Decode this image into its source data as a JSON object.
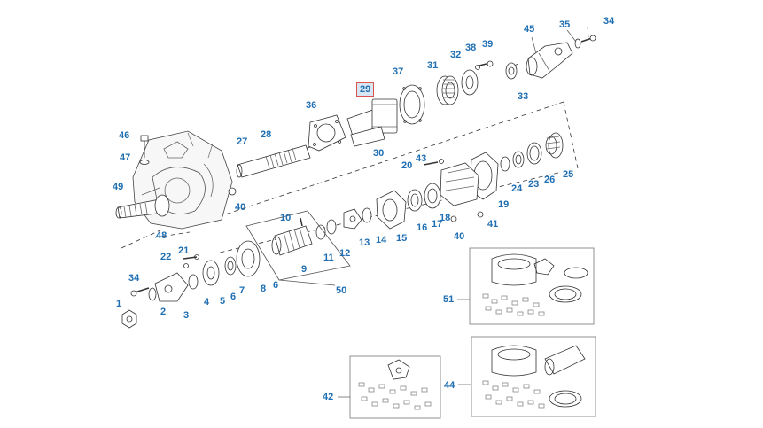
{
  "diagram": {
    "selected_part": "29",
    "accent_color": "#1f6fb2",
    "highlight_color": "#d9534f",
    "callouts": [
      {
        "id": "c34a",
        "text": "34"
      },
      {
        "id": "c35",
        "text": "35"
      },
      {
        "id": "c45",
        "text": "45"
      },
      {
        "id": "c38",
        "text": "38"
      },
      {
        "id": "c39",
        "text": "39"
      },
      {
        "id": "c32",
        "text": "32"
      },
      {
        "id": "c37",
        "text": "37"
      },
      {
        "id": "c31",
        "text": "31"
      },
      {
        "id": "c33",
        "text": "33"
      },
      {
        "id": "c29",
        "text": "29"
      },
      {
        "id": "c36",
        "text": "36"
      },
      {
        "id": "c30",
        "text": "30"
      },
      {
        "id": "c46",
        "text": "46"
      },
      {
        "id": "c27",
        "text": "27"
      },
      {
        "id": "c28",
        "text": "28"
      },
      {
        "id": "c47",
        "text": "47"
      },
      {
        "id": "c43",
        "text": "43"
      },
      {
        "id": "c20",
        "text": "20"
      },
      {
        "id": "c49",
        "text": "49"
      },
      {
        "id": "c40a",
        "text": "40"
      },
      {
        "id": "c48",
        "text": "48"
      },
      {
        "id": "c10",
        "text": "10"
      },
      {
        "id": "c25",
        "text": "25"
      },
      {
        "id": "c26",
        "text": "26"
      },
      {
        "id": "c23",
        "text": "23"
      },
      {
        "id": "c24",
        "text": "24"
      },
      {
        "id": "c19",
        "text": "19"
      },
      {
        "id": "c18",
        "text": "18"
      },
      {
        "id": "c17",
        "text": "17"
      },
      {
        "id": "c16",
        "text": "16"
      },
      {
        "id": "c15",
        "text": "15"
      },
      {
        "id": "c14",
        "text": "14"
      },
      {
        "id": "c13",
        "text": "13"
      },
      {
        "id": "c12",
        "text": "12"
      },
      {
        "id": "c11",
        "text": "11"
      },
      {
        "id": "c9",
        "text": "9"
      },
      {
        "id": "c41",
        "text": "41"
      },
      {
        "id": "c40b",
        "text": "40"
      },
      {
        "id": "c22",
        "text": "22"
      },
      {
        "id": "c21",
        "text": "21"
      },
      {
        "id": "c34b",
        "text": "34"
      },
      {
        "id": "c8",
        "text": "8"
      },
      {
        "id": "c6a",
        "text": "6"
      },
      {
        "id": "c7",
        "text": "7"
      },
      {
        "id": "c6b",
        "text": "6"
      },
      {
        "id": "c5",
        "text": "5"
      },
      {
        "id": "c4",
        "text": "4"
      },
      {
        "id": "c3",
        "text": "3"
      },
      {
        "id": "c2",
        "text": "2"
      },
      {
        "id": "c1",
        "text": "1"
      },
      {
        "id": "c50",
        "text": "50"
      },
      {
        "id": "c51",
        "text": "51"
      },
      {
        "id": "c42",
        "text": "42"
      },
      {
        "id": "c44",
        "text": "44"
      }
    ]
  }
}
